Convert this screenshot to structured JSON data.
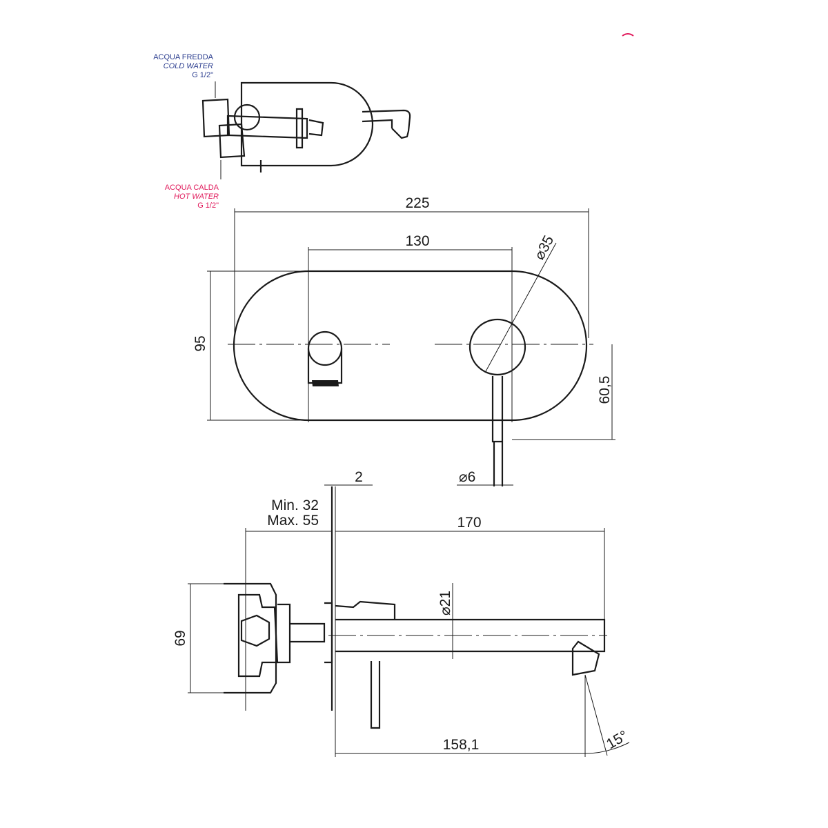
{
  "colors": {
    "line": "#1a1a1a",
    "cold": "#2a3c8e",
    "hot": "#e0185a"
  },
  "callouts": {
    "cold": {
      "it": "ACQUA FREDDA",
      "en": "COLD WATER",
      "thread": "G 1/2\""
    },
    "hot": {
      "it": "ACQUA CALDA",
      "en": "HOT WATER",
      "thread": "G 1/2\""
    }
  },
  "dimensions": {
    "width_total": "225",
    "center_distance": "130",
    "handle_diameter": "35",
    "plate_height": "95",
    "lever_height": "60,5",
    "lever_diameter": "6",
    "plate_thickness": "2",
    "embed_min": "Min.  32",
    "embed_max": "Max.  55",
    "spout_length": "170",
    "spout_diameter": "21",
    "body_height": "69",
    "spout_reach": "158,1",
    "spout_angle": "15°"
  }
}
